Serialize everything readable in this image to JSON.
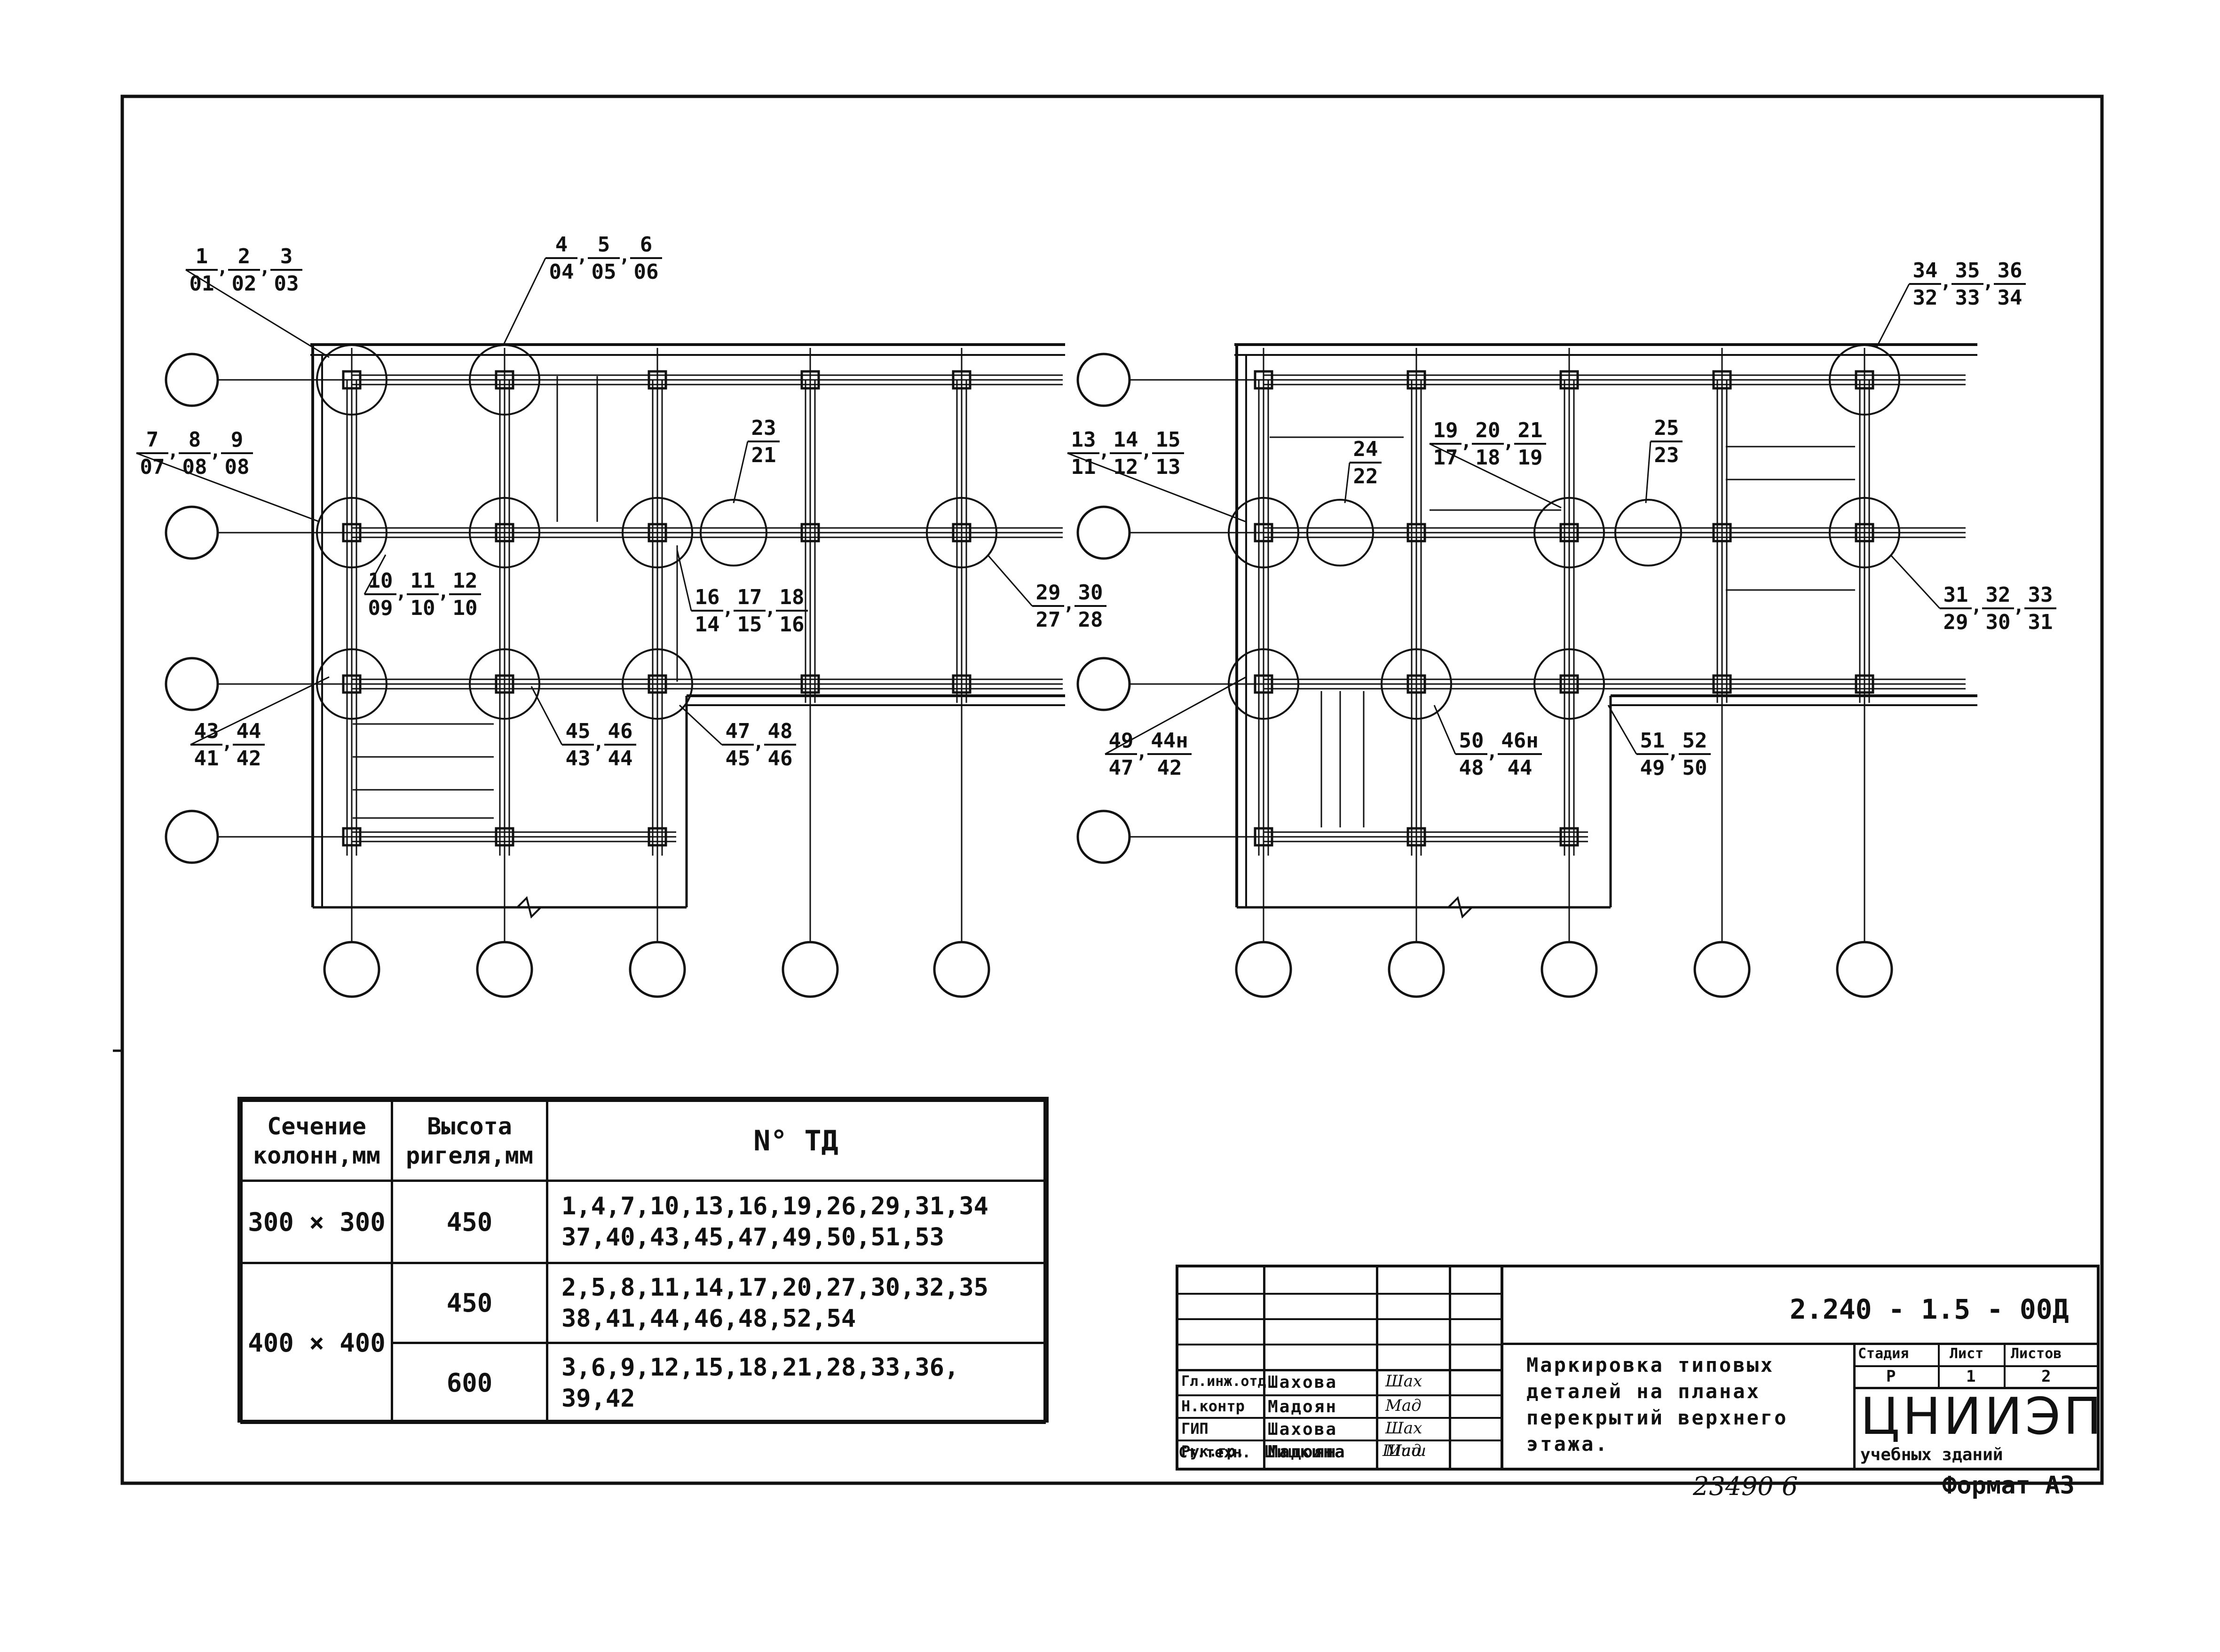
{
  "plan_labels": {
    "plan1_top_left": [
      "1",
      "01",
      "2",
      "02",
      "3",
      "03"
    ],
    "plan1_top_mid": [
      "4",
      "04",
      "5",
      "05",
      "6",
      "06"
    ],
    "plan1_left_mid": [
      "7",
      "07",
      "8",
      "08",
      "9",
      "08"
    ],
    "plan1_center": [
      "10",
      "09",
      "11",
      "10",
      "12",
      "10"
    ],
    "plan1_center_right": [
      "16",
      "14",
      "17",
      "15",
      "18",
      "16"
    ],
    "plan1_beam": [
      "23",
      "21"
    ],
    "plan1_right": [
      "29",
      "27",
      "30",
      "28"
    ],
    "plan1_bottom_left": [
      "43",
      "41",
      "44",
      "42"
    ],
    "plan1_bottom_mid": [
      "45",
      "43",
      "46",
      "44"
    ],
    "plan1_bottom_right": [
      "47",
      "45",
      "48",
      "46"
    ],
    "plan2_left": [
      "13",
      "11",
      "14",
      "12",
      "15",
      "13"
    ],
    "plan2_beam_a": [
      "24",
      "22"
    ],
    "plan2_mid": [
      "19",
      "17",
      "20",
      "18",
      "21",
      "19"
    ],
    "plan2_beam_b": [
      "25",
      "23"
    ],
    "plan2_top_right": [
      "34",
      "32",
      "35",
      "33",
      "36",
      "34"
    ],
    "plan2_right": [
      "31",
      "29",
      "32",
      "30",
      "33",
      "31"
    ],
    "plan2_bottom_left": [
      "49",
      "47",
      "44н",
      "42"
    ],
    "plan2_bottom_mid": [
      "50",
      "48",
      "46н",
      "44"
    ],
    "plan2_bottom_right": [
      "51",
      "49",
      "52",
      "50"
    ]
  },
  "table": {
    "header_section": "Сечение\nколонн,мм",
    "header_height": "Высота\nригеля,мм",
    "header_td": "N° ТД",
    "rows": [
      {
        "section": "300 × 300",
        "height": "450",
        "td": "1,4,7,10,13,16,19,26,29,31,34\n37,40,43,45,47,49,50,51,53"
      },
      {
        "section": "400 × 400",
        "height": "450",
        "td": "2,5,8,11,14,17,20,27,30,32,35\n38,41,44,46,48,52,54"
      },
      {
        "section": "",
        "height": "600",
        "td": "3,6,9,12,15,18,21,28,33,36,\n39,42"
      }
    ]
  },
  "title_block": {
    "code": "2.240 - 1.5 - 00Д",
    "description": "Маркировка типовых\nдеталей на планах\nперекрытий верхнего\nэтажа.",
    "stage_label": "Стадия",
    "sheet_label": "Лист",
    "sheets_label": "Листов",
    "stage_value": "Р",
    "sheet_value": "1",
    "sheets_value": "2",
    "org_name": "ЦНИИЭП",
    "org_sub": "учебных зданий",
    "roles": [
      "Гл.инж.отд",
      "Н.контр",
      "ГИП",
      "Рук.гр.",
      "Ст.техн."
    ],
    "names": [
      "Шахова",
      "Мадоян",
      "Шахова",
      "Мадоян",
      "Шишкина"
    ],
    "signatures": [
      "Шах",
      "Мад",
      "Шах",
      "Мад",
      "Шиш"
    ],
    "inventory": "23490 6",
    "format": "Формат А3"
  }
}
